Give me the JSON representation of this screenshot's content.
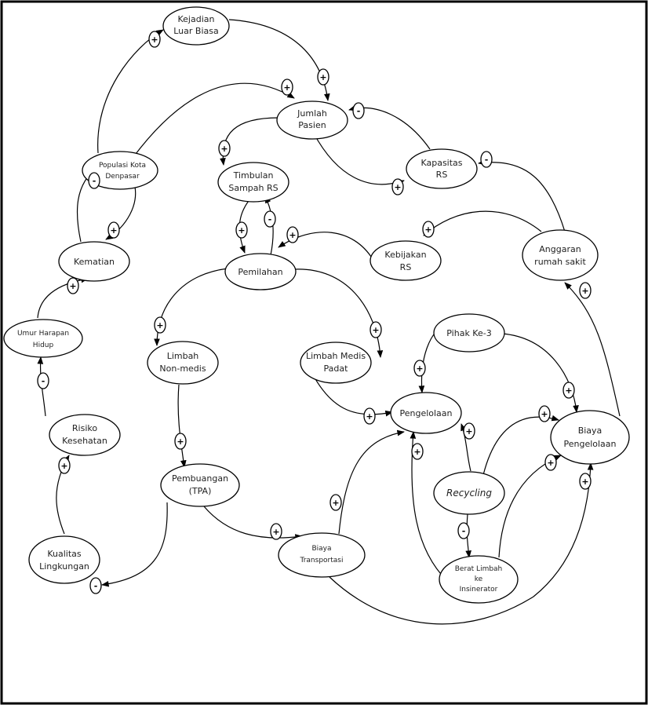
{
  "nodes": {
    "kejadian_luar_biasa": {
      "line1": "Kejadian",
      "line2": "Luar Biasa"
    },
    "jumlah_pasien": {
      "line1": "Jumlah",
      "line2": "Pasien"
    },
    "kapasitas_rs": {
      "line1": "Kapasitas",
      "line2": "RS"
    },
    "populasi_kota": {
      "line1": "Populasi Kota",
      "line2": "Denpasar"
    },
    "timbulan_sampah": {
      "line1": "Timbulan",
      "line2": "Sampah RS"
    },
    "kematian": {
      "line1": "Kematian"
    },
    "pemilahan": {
      "line1": "Pemilahan"
    },
    "kebijakan_rs": {
      "line1": "Kebijakan",
      "line2": "RS"
    },
    "anggaran": {
      "line1": "Anggaran",
      "line2": "rumah sakit"
    },
    "umur_harapan": {
      "line1": "Umur Harapan",
      "line2": "Hidup"
    },
    "limbah_non_medis": {
      "line1": "Limbah",
      "line2": "Non-medis"
    },
    "limbah_medis": {
      "line1": "Limbah Medis",
      "line2": "Padat"
    },
    "pihak_ke3": {
      "line1": "Pihak Ke-3"
    },
    "pengelolaan": {
      "line1": "Pengelolaan"
    },
    "biaya_pengelolaan": {
      "line1": "Biaya",
      "line2": "Pengelolaan"
    },
    "risiko_kesehatan": {
      "line1": "Risiko",
      "line2": "Kesehatan"
    },
    "recycling": {
      "line1": "Recycling"
    },
    "pembuangan_tpa": {
      "line1": "Pembuangan",
      "line2": "(TPA)"
    },
    "biaya_transportasi": {
      "line1": "Biaya",
      "line2": "Transportasi"
    },
    "berat_limbah": {
      "line1": "Berat Limbah",
      "line2": "ke",
      "line3": "Insinerator"
    },
    "kualitas_lingkungan": {
      "line1": "Kualitas",
      "line2": "Lingkungan"
    }
  },
  "signs": {
    "plus": "+",
    "minus": "-"
  }
}
